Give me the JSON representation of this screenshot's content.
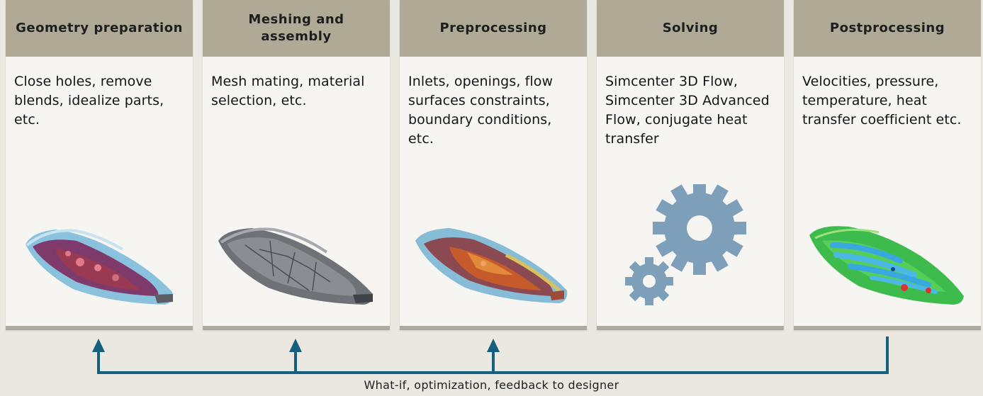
{
  "stages": [
    {
      "id": "geometry",
      "title": "Geometry preparation",
      "description": "Close holes, remove blends, idealize parts, etc.",
      "figure_icon": "tail-lamp-geometry-icon"
    },
    {
      "id": "meshing",
      "title": "Meshing and assembly",
      "description": "Mesh mating, material selection, etc.",
      "figure_icon": "tail-lamp-mesh-icon"
    },
    {
      "id": "preprocessing",
      "title": "Preprocessing",
      "description": "Inlets, openings, flow surfaces constraints, boundary conditions, etc.",
      "figure_icon": "tail-lamp-boundary-icon"
    },
    {
      "id": "solving",
      "title": "Solving",
      "description": "Simcenter 3D Flow, Simcenter 3D Advanced Flow, conjugate heat transfer",
      "figure_icon": "gears-icon"
    },
    {
      "id": "postprocessing",
      "title": "Postprocessing",
      "description": "Velocities, pressure, temperature, heat transfer coefficient etc.",
      "figure_icon": "tail-lamp-results-icon"
    }
  ],
  "feedback": {
    "label": "What-if, optimization, feedback to designer"
  },
  "colors": {
    "background": "#ebe8e1",
    "header": "#aeaa95",
    "card": "#f6f5f2",
    "arrow": "#14607e",
    "gear": "#7d9fb9"
  }
}
